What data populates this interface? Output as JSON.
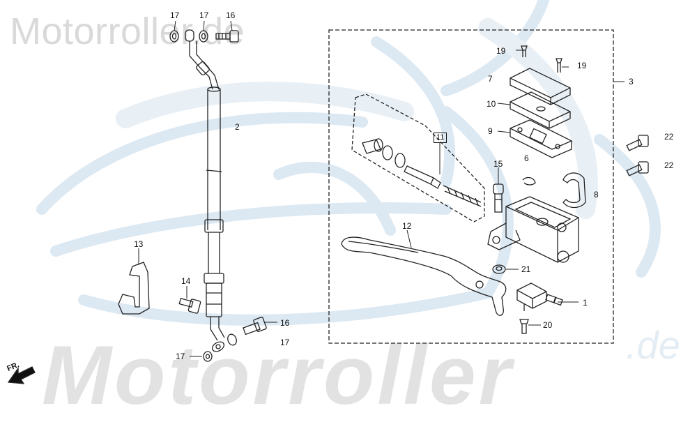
{
  "watermark": {
    "top_text": "Motorroller.de",
    "bottom_text": "Motorroller",
    "suffix_text": ".de"
  },
  "direction_label": "FR.",
  "colors": {
    "line": "#222222",
    "watermark_blue": "#dce8f2",
    "watermark_gray": "#dddddd"
  },
  "callouts": {
    "p17a": "17",
    "p17b": "17",
    "p16a": "16",
    "p2": "2",
    "p13": "13",
    "p14": "14",
    "p16b": "16",
    "p17c": "17",
    "p17d": "17",
    "p19a": "19",
    "p19b": "19",
    "p3": "3",
    "p7": "7",
    "p10": "10",
    "p9": "9",
    "p6": "6",
    "p11": "11",
    "p15": "15",
    "p22a": "22",
    "p22b": "22",
    "p8": "8",
    "p12": "12",
    "p21": "21",
    "p1": "1",
    "p20": "20"
  }
}
